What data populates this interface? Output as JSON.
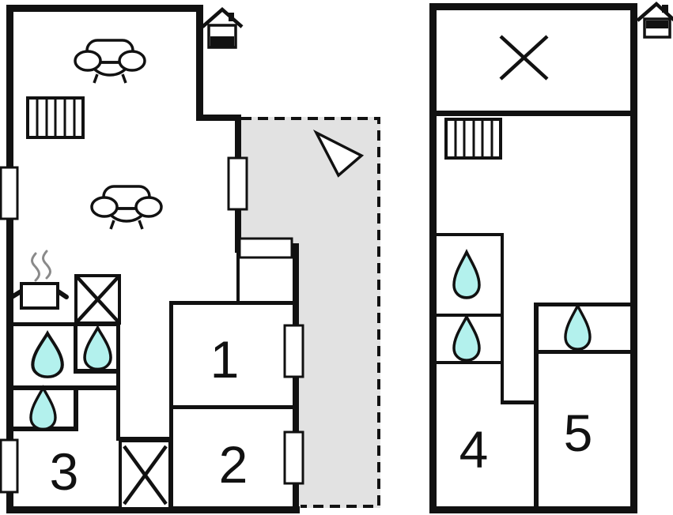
{
  "title": "holiday-home-floor-plan",
  "colors": {
    "wall": "#111111",
    "terrace_fill": "#e2e2e2",
    "drop_fill": "#b3f1ed",
    "steam": "#8a8a8a",
    "background": "#ffffff"
  },
  "floors": {
    "ground": {
      "name": "ground-floor",
      "rooms": [
        {
          "label": "1"
        },
        {
          "label": "2"
        },
        {
          "label": "3"
        }
      ],
      "features": [
        "sofa",
        "sofa",
        "radiator",
        "stove-pot",
        "wardrobe-x",
        "wardrobe-x",
        "water-drop",
        "water-drop",
        "water-drop",
        "terrace",
        "north-arrow",
        "windows"
      ]
    },
    "first": {
      "name": "first-floor",
      "rooms": [
        {
          "label": "4"
        },
        {
          "label": "5"
        }
      ],
      "features": [
        "void-x",
        "radiator",
        "water-drop",
        "water-drop",
        "water-drop"
      ]
    }
  }
}
